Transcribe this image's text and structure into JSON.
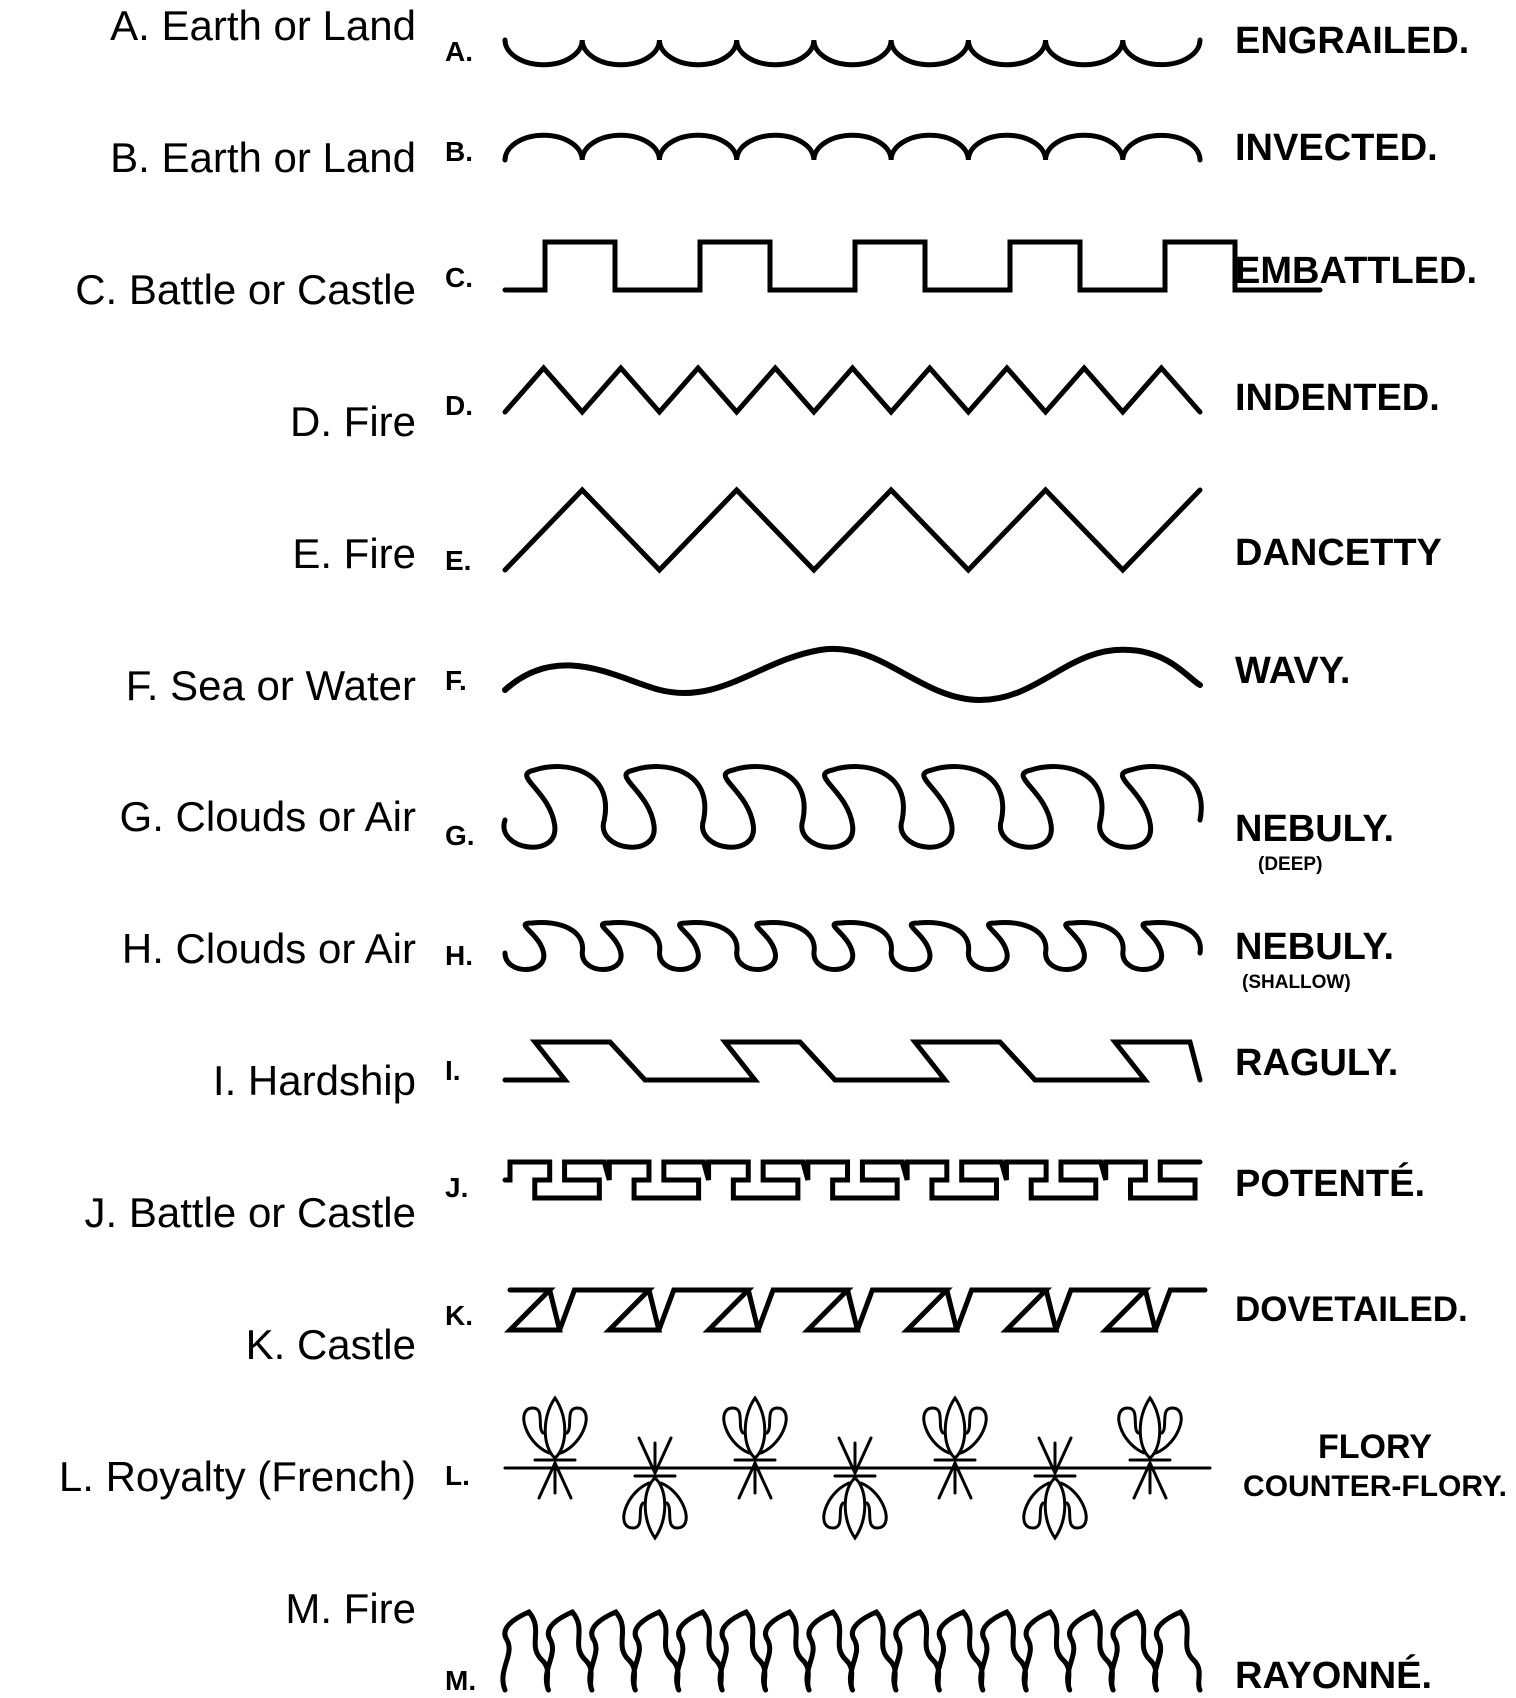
{
  "rows": [
    {
      "meaning": "A. Earth or Land",
      "letter": "A.",
      "name": "ENGRAILED."
    },
    {
      "meaning": "B. Earth or Land",
      "letter": "B.",
      "name": "INVECTED."
    },
    {
      "meaning": "C. Battle or Castle",
      "letter": "C.",
      "name": "EMBATTLED."
    },
    {
      "meaning": "D. Fire",
      "letter": "D.",
      "name": "INDENTED."
    },
    {
      "meaning": "E. Fire",
      "letter": "E.",
      "name": "DANCETTY"
    },
    {
      "meaning": "F. Sea or Water",
      "letter": "F.",
      "name": "WAVY."
    },
    {
      "meaning": "G. Clouds or Air",
      "letter": "G.",
      "name": "NEBULY.",
      "sub": "(DEEP)"
    },
    {
      "meaning": "H. Clouds or Air",
      "letter": "H.",
      "name": "NEBULY.",
      "sub": "(SHALLOW)"
    },
    {
      "meaning": "I.  Hardship",
      "letter": "I.",
      "name": "RAGULY."
    },
    {
      "meaning": "J.  Battle or Castle",
      "letter": "J.",
      "name": "POTENTÉ."
    },
    {
      "meaning": "K. Castle",
      "letter": "K.",
      "name": "DOVETAILED."
    },
    {
      "meaning": "L. Royalty (French)",
      "letter": "L.",
      "name_line1": "FLORY",
      "name_line2": "COUNTER-FLORY."
    },
    {
      "meaning": "M.   Fire",
      "letter": "M.",
      "name": "RAYONNÉ."
    }
  ]
}
